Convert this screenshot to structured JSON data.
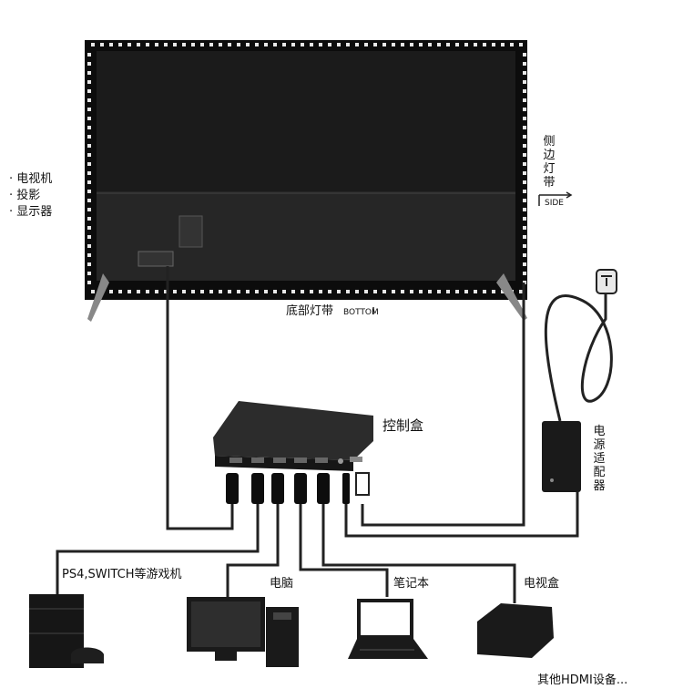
{
  "tv_specs": [
    "电视机",
    "投影",
    "显示器"
  ],
  "labels": {
    "side_strip": "侧边灯带",
    "side_tag": "SIDE",
    "bottom_strip": "底部灯带",
    "bottom_tag": "BOTTOM",
    "control_box": "控制盒",
    "power_adapter": "电源适配器",
    "ps4": "PS4,SWITCH等游戏机",
    "pc": "电脑",
    "laptop": "笔记本",
    "tvbox": "电视盒",
    "other": "其他HDMI设备..."
  },
  "colors": {
    "line": "#222222",
    "screen": "#111111",
    "led": "#e8e8e8",
    "device": "#1a1a1a"
  }
}
